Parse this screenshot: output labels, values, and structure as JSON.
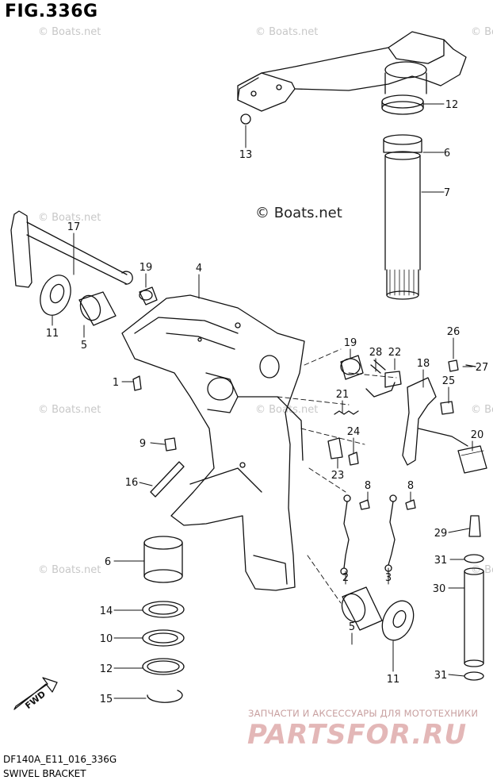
{
  "figure": {
    "title": "FIG.336G"
  },
  "footer": {
    "code": "DF140A_E11_016_336G",
    "name": "SWIVEL BRACKET"
  },
  "watermarks": {
    "main": "© Boats.net",
    "faint": "© Boats.net"
  },
  "shop": {
    "tagline": "ЗАПЧАСТИ И АКСЕССУАРЫ ДЛЯ МОТОТЕХНИКИ",
    "logo": "PARTSFOR.RU"
  },
  "fwd_label": "FWD",
  "callouts": [
    "12",
    "6",
    "7",
    "13",
    "17",
    "19",
    "4",
    "11",
    "5",
    "1",
    "26",
    "27",
    "19",
    "28",
    "22",
    "18",
    "25",
    "21",
    "20",
    "9",
    "24",
    "23",
    "16",
    "8",
    "8",
    "29",
    "6",
    "2",
    "3",
    "31",
    "30",
    "14",
    "10",
    "5",
    "12",
    "11",
    "15",
    "31"
  ]
}
